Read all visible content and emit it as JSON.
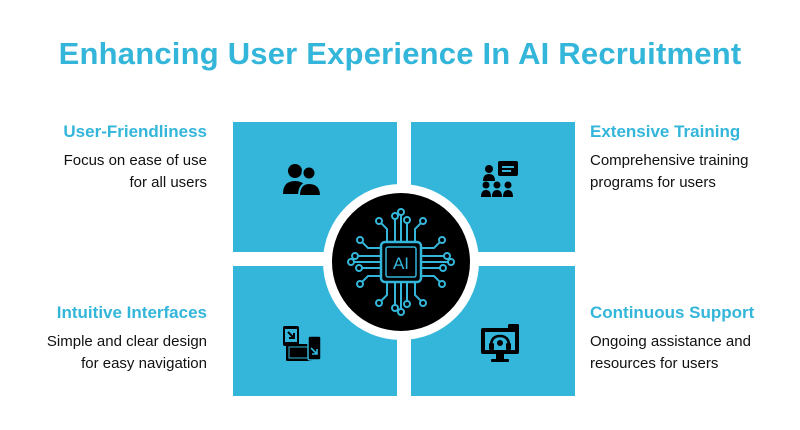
{
  "title": "Enhancing User Experience In AI Recruitment",
  "colors": {
    "accent": "#33b6d9",
    "dark": "#000000",
    "text": "#111111"
  },
  "center": {
    "label": "AI",
    "icon": "ai-chip-icon"
  },
  "items": [
    {
      "title": "User-Friendliness",
      "line1": "Focus on ease of use",
      "line2": "for all users",
      "icon": "users-icon"
    },
    {
      "title": "Extensive Training",
      "line1": "Comprehensive training",
      "line2": "programs for users",
      "icon": "presentation-training-icon"
    },
    {
      "title": "Intuitive Interfaces",
      "line1": "Simple and clear design",
      "line2": "for easy navigation",
      "icon": "multi-device-icon"
    },
    {
      "title": "Continuous Support",
      "line1": "Ongoing assistance and",
      "line2": "resources for users",
      "icon": "headset-support-icon"
    }
  ]
}
